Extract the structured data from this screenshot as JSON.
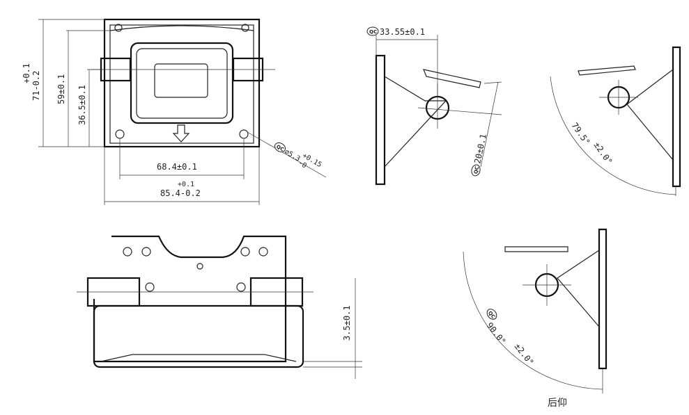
{
  "qc_mark": "QC",
  "front_view": {
    "height_tol": "+0.1",
    "height": "71-0.2",
    "hole_height": "59±0.1",
    "center_height": "36.5±0.1",
    "hole_dia": "⌀5.3",
    "hole_tol_upper": "+0.15",
    "hole_tol_lower": "-0",
    "hole_spacing": "68.4±0.1",
    "width_tol": "+0.1",
    "width": "85.4-0.2"
  },
  "side_view_1": {
    "offset": "33.55±0.1",
    "pivot": "20±0.1"
  },
  "side_view_2": {
    "angle": "79.5°",
    "angle_tol": "±2.0°"
  },
  "bottom_view": {
    "gap": "3.5±0.1"
  },
  "side_view_3": {
    "angle": "90.0°",
    "angle_tol": "±2.0°",
    "label": "后仰"
  }
}
